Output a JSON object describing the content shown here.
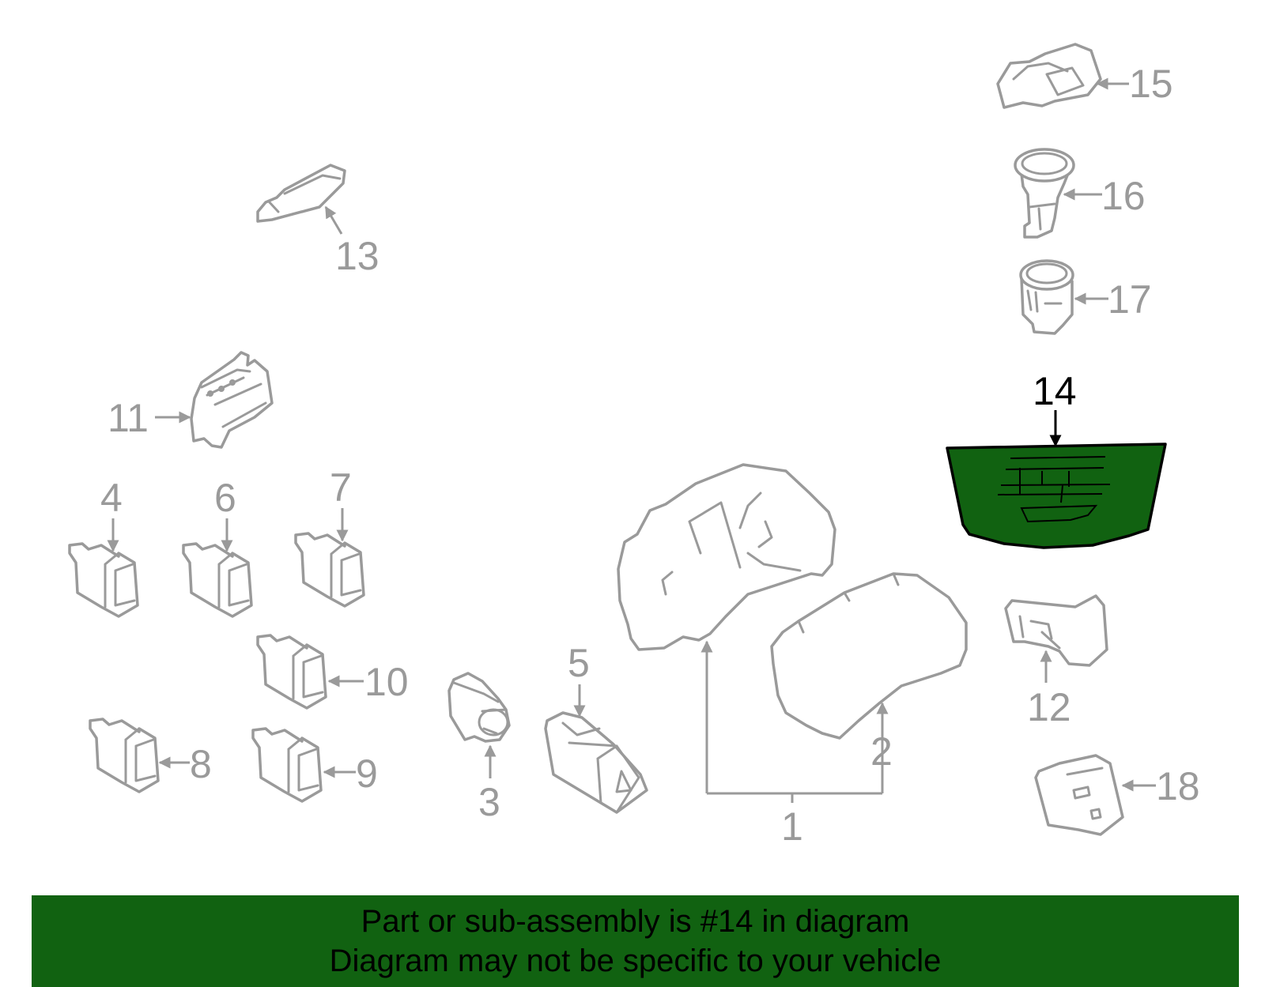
{
  "colors": {
    "highlight_fill": "#116211",
    "banner_bg": "#116211",
    "part_stroke": "#9a9a9a",
    "highlight_stroke": "#000000",
    "text": "#000000"
  },
  "callouts": {
    "c1": "1",
    "c2": "2",
    "c3": "3",
    "c4": "4",
    "c5": "5",
    "c6": "6",
    "c7": "7",
    "c8": "8",
    "c9": "9",
    "c10": "10",
    "c11": "11",
    "c12": "12",
    "c13": "13",
    "c14": "14",
    "c15": "15",
    "c16": "16",
    "c17": "17",
    "c18": "18"
  },
  "highlighted_part": "14",
  "banner": {
    "line1": "Part or sub-assembly is #14 in diagram",
    "line2": "Diagram may not be specific to your vehicle"
  }
}
